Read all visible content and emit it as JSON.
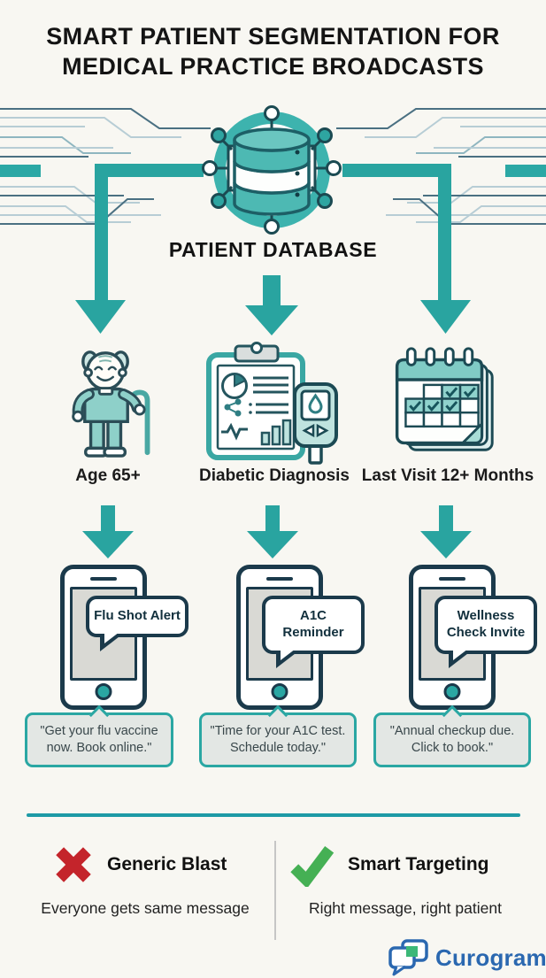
{
  "title": "SMART PATIENT SEGMENTATION FOR MEDICAL PRACTICE BROADCASTS",
  "hub": {
    "label": "PATIENT DATABASE",
    "icon": "database-icon"
  },
  "segments": [
    {
      "criterion": "Age 65+",
      "icon": "elderly-patient-icon",
      "message_title": "Flu Shot Alert",
      "message_quote": "\"Get your flu vaccine now. Book online.\""
    },
    {
      "criterion": "Diabetic Diagnosis",
      "icon": "medical-chart-glucometer-icon",
      "message_title": "A1C Reminder",
      "message_quote": "\"Time for your A1C test. Schedule today.\""
    },
    {
      "criterion": "Last Visit 12+ Months",
      "icon": "calendar-icon",
      "message_title": "Wellness Check Invite",
      "message_quote": "\"Annual checkup due. Click to book.\""
    }
  ],
  "comparison": {
    "bad": {
      "icon": "x-cross-icon",
      "label": "Generic Blast",
      "description": "Everyone gets same message"
    },
    "good": {
      "icon": "checkmark-icon",
      "label": "Smart Targeting",
      "description": "Right message, right patient"
    }
  },
  "brand": {
    "name": "Curogram",
    "icon": "chat-bubbles-icon"
  },
  "colors": {
    "background": "#f8f7f2",
    "teal_arrow": "#29a4a0",
    "teal_ring": "#3db3ae",
    "dark_outline": "#1b3a4b",
    "quote_border": "#2aa7a3",
    "divider": "#1d9aa6",
    "bad_red": "#c4242b",
    "good_green": "#45b054",
    "brand_blue": "#2b68b0"
  }
}
